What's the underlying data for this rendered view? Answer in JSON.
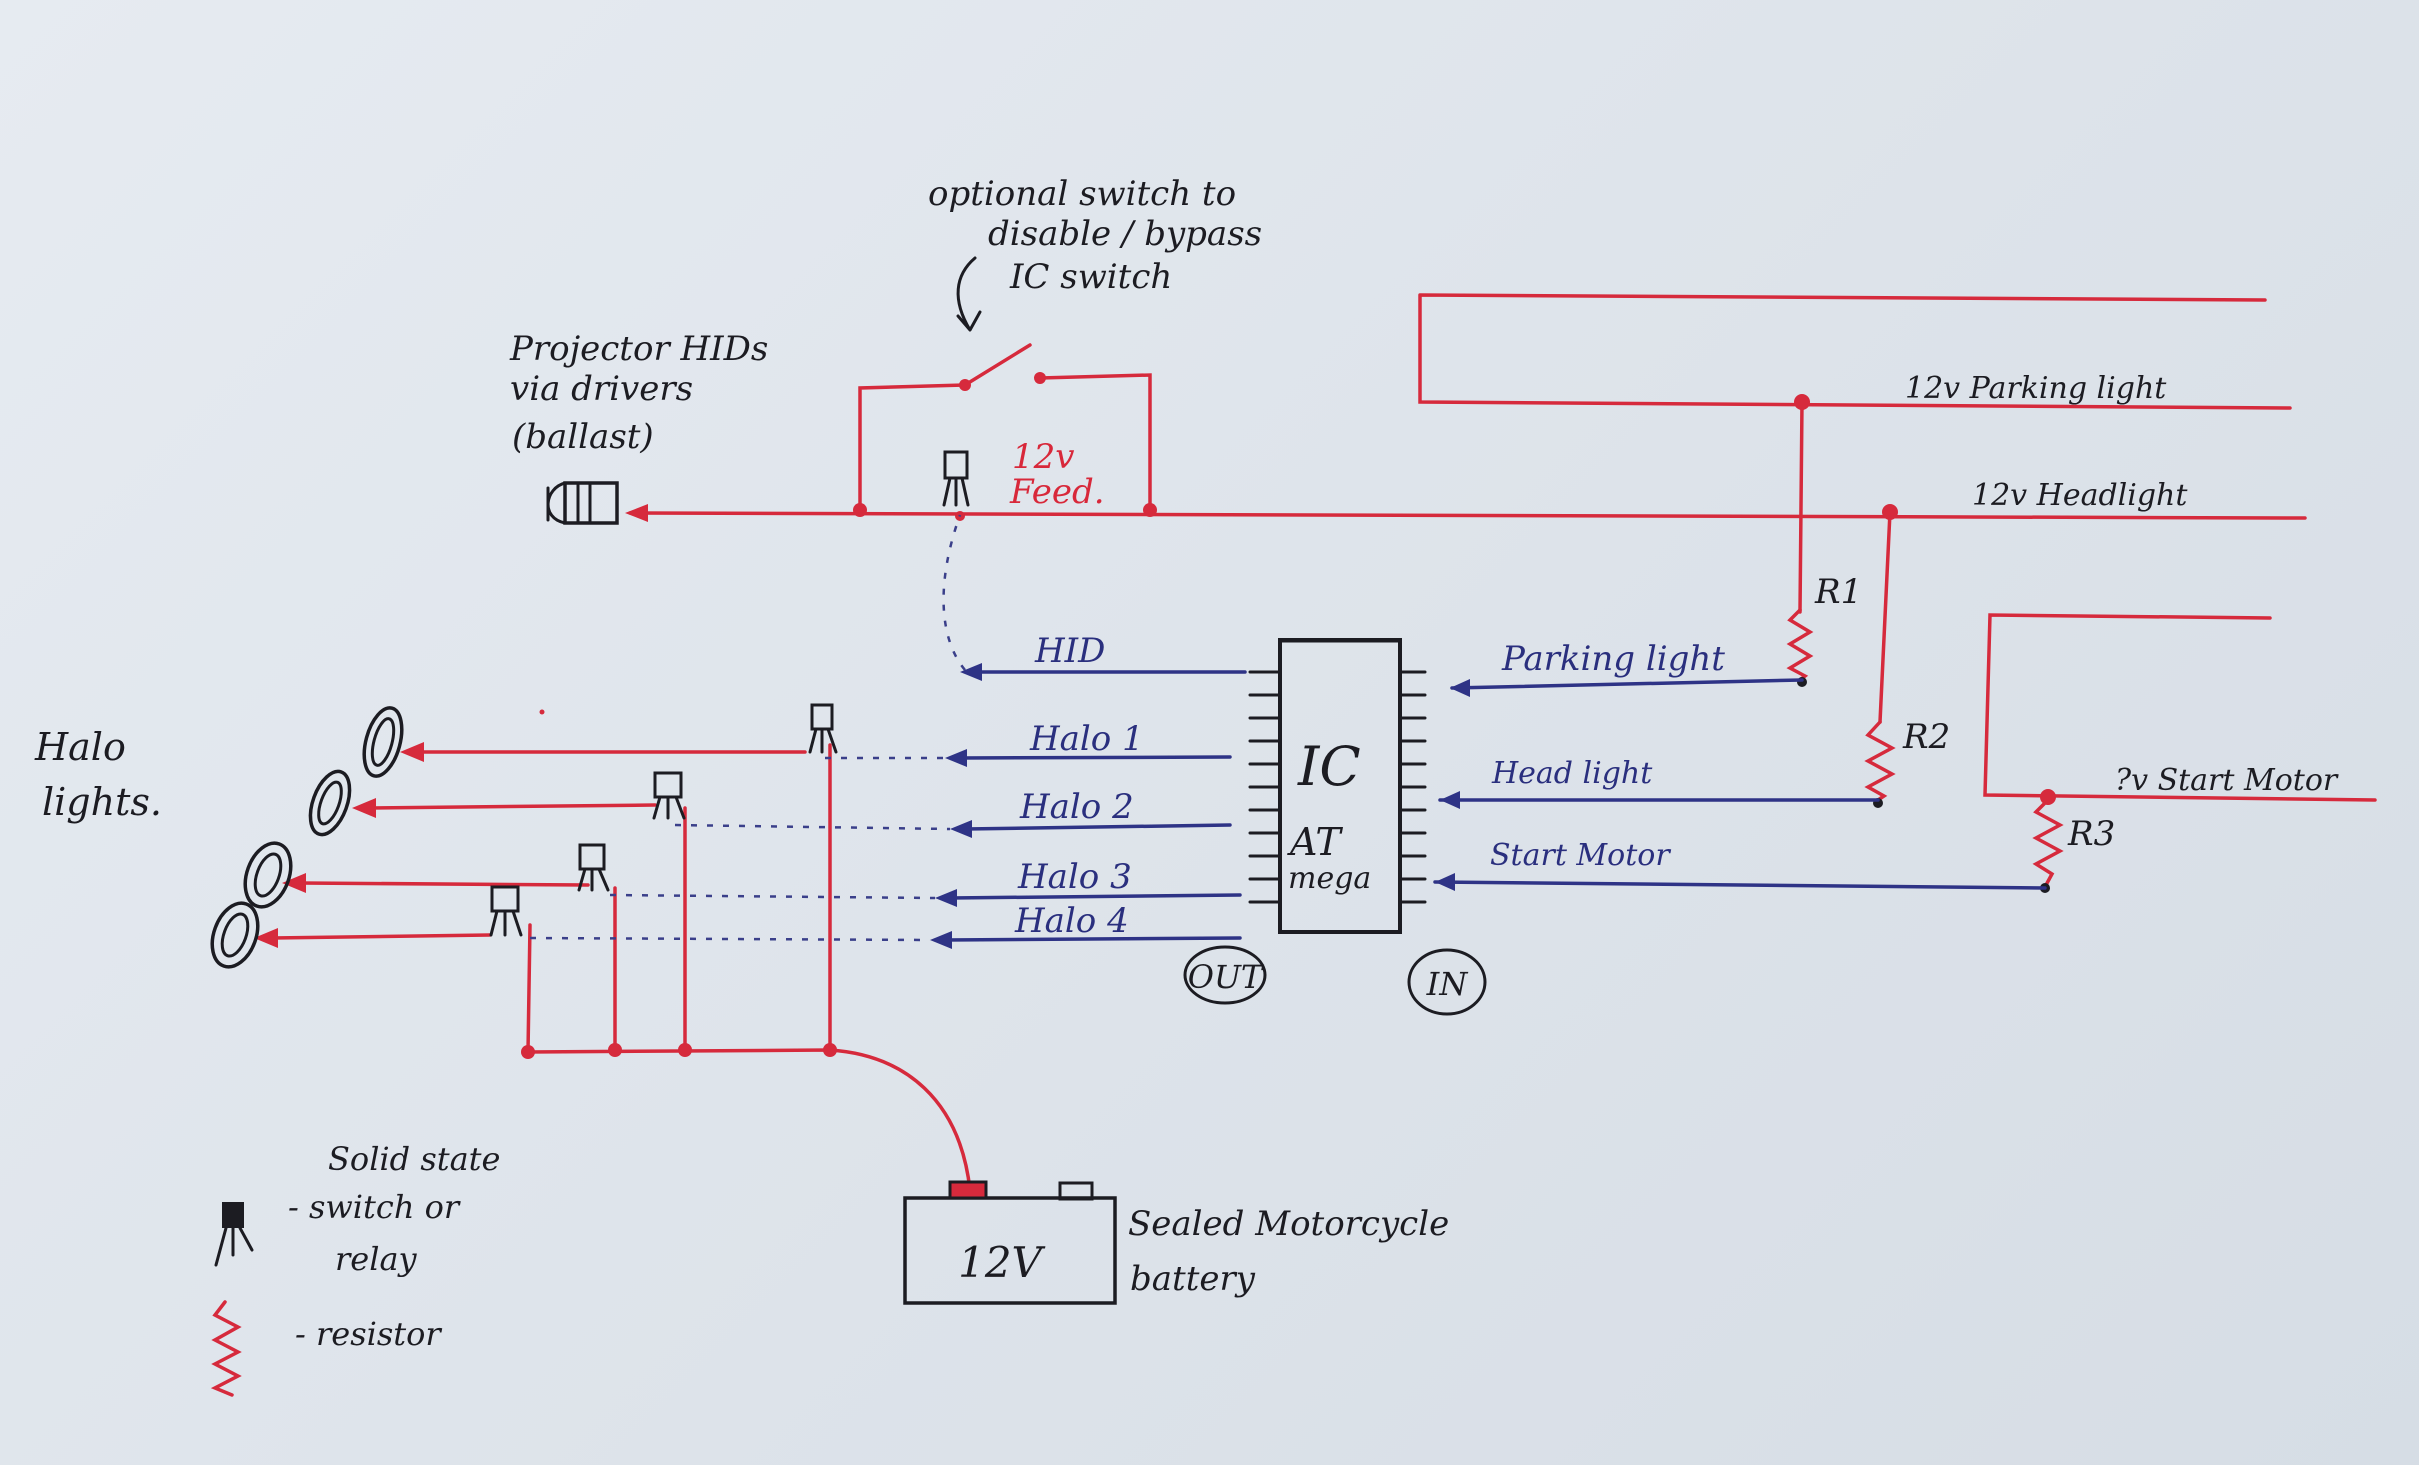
{
  "notes": {
    "optional_switch": [
      "optional switch to",
      "disable / bypass",
      "IC switch"
    ],
    "projector": [
      "Projector HIDs",
      "via drivers",
      "(ballast)"
    ],
    "halo": [
      "Halo",
      "lights."
    ],
    "feed": [
      "12v",
      "Feed."
    ],
    "battery_desc": [
      "Sealed Motorcycle",
      "battery"
    ],
    "battery_voltage": "12V",
    "legend_switch": [
      "Solid state",
      "- switch or",
      "relay"
    ],
    "legend_resistor": "- resistor"
  },
  "outputs": {
    "hid": "HID",
    "halo1": "Halo 1",
    "halo2": "Halo 2",
    "halo3": "Halo 3",
    "halo4": "Halo 4",
    "out": "OUT"
  },
  "inputs": {
    "parking": "Parking light",
    "headlight": "Head light",
    "start": "Start Motor",
    "in": "IN"
  },
  "ic": {
    "name": "IC",
    "model": [
      "AT",
      "mega"
    ]
  },
  "rails": {
    "parking": "12v Parking light",
    "headlight": "12v Headlight",
    "start": "?v Start Motor"
  },
  "resistors": {
    "r1": "R1",
    "r2": "R2",
    "r3": "R3"
  },
  "colors": {
    "power_wire": "#d62a3c",
    "signal_wire": "#2e3386",
    "ink": "#1c1c22"
  }
}
